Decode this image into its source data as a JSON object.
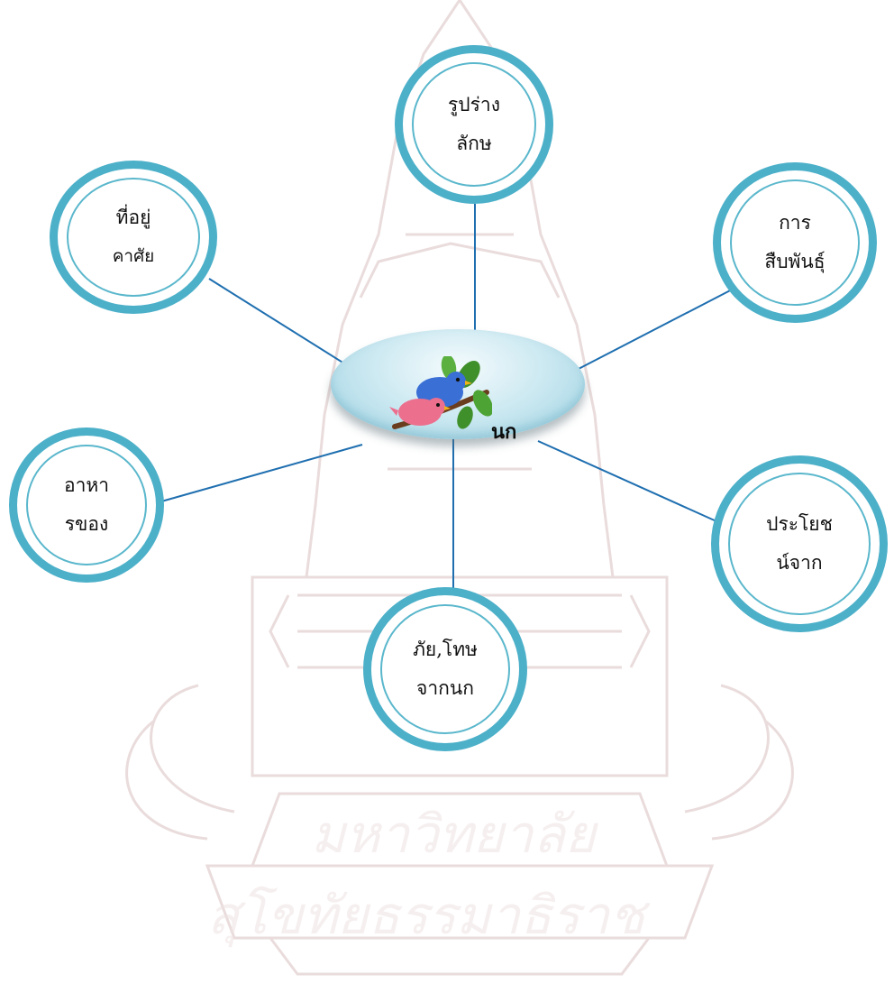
{
  "center": {
    "label": "นก",
    "icon": "birds-on-branch-icon"
  },
  "nodes": [
    {
      "id": "shape",
      "line1": "รูปร่าง",
      "line2": "ลักษ"
    },
    {
      "id": "habitat",
      "line1": "ที่อยู่",
      "line2": "คาศัย"
    },
    {
      "id": "reproduction",
      "line1": "การ",
      "line2": "สืบพันธุ์"
    },
    {
      "id": "food",
      "line1": "อาหา",
      "line2": "รของ"
    },
    {
      "id": "benefit",
      "line1": "ประโยช",
      "line2": "น์จาก"
    },
    {
      "id": "danger",
      "line1": "ภัย,โทษ",
      "line2": "จากนก"
    }
  ],
  "colors": {
    "ring": "#4cb0c9",
    "connector": "#1f6fb0",
    "watermark": "#e6d7d7"
  }
}
